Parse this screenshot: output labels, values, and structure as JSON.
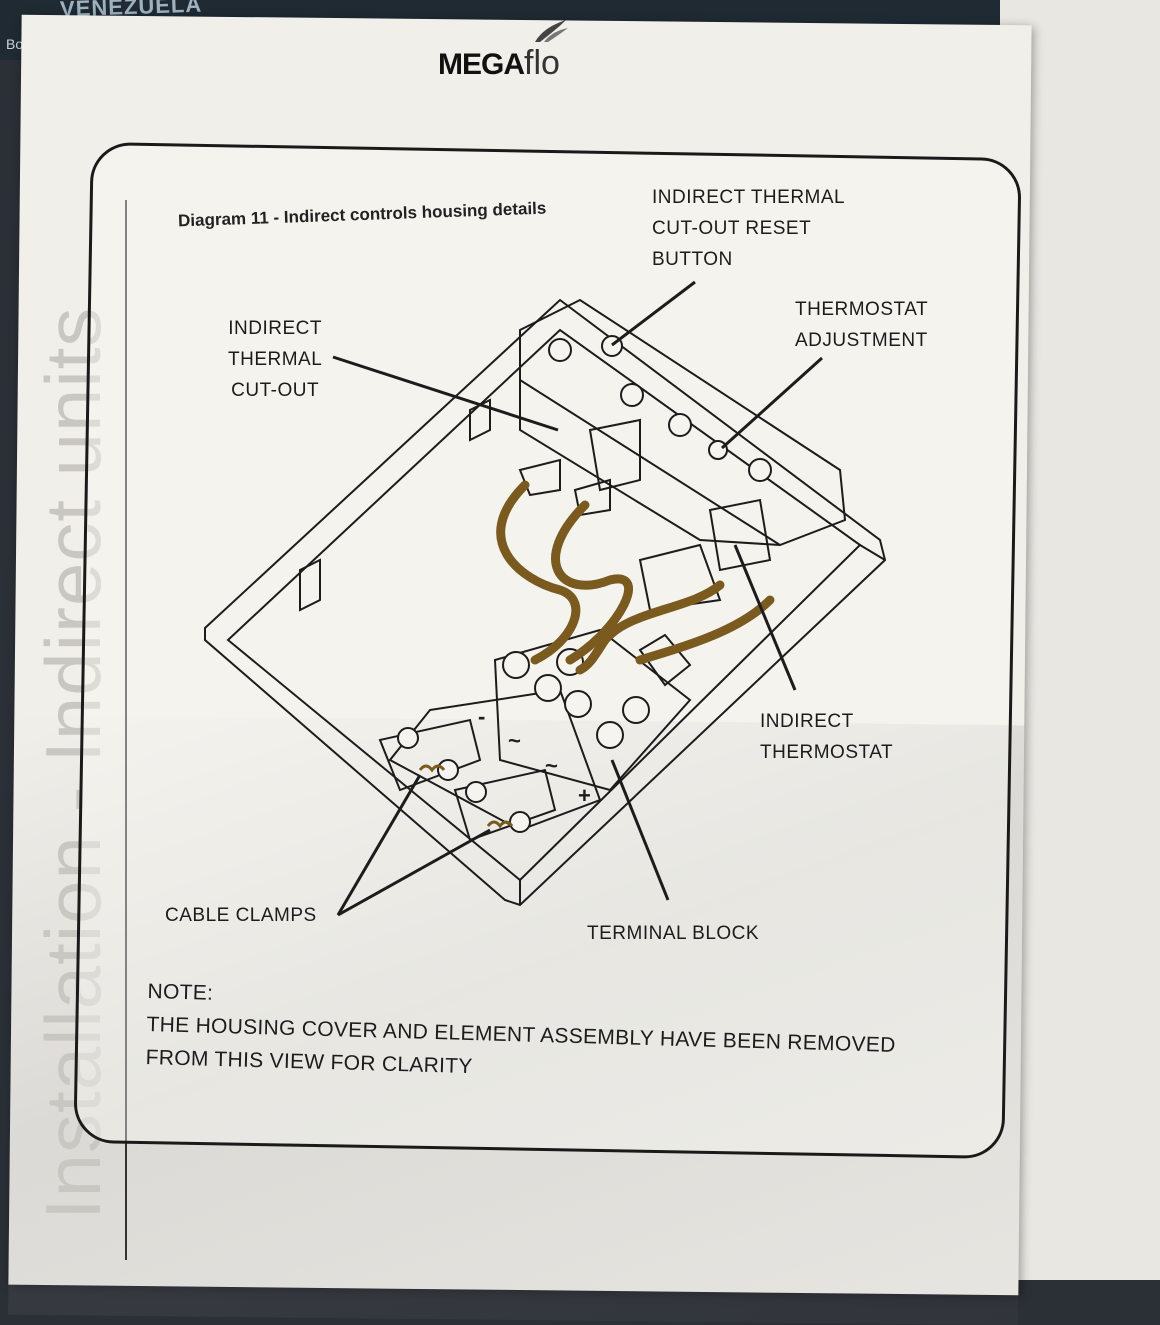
{
  "background": {
    "map_text": "VENEZUELA",
    "map_small_text": "Bo\nLC"
  },
  "header": {
    "logo_mega": "MEGA",
    "logo_flo": "flo"
  },
  "sidebar": {
    "section_title": "Installation - Indirect units"
  },
  "diagram": {
    "caption": "Diagram 11 - Indirect controls housing details",
    "labels": {
      "reset_button": [
        "INDIRECT THERMAL",
        "CUT-OUT RESET",
        "BUTTON"
      ],
      "thermostat_adjustment": [
        "THERMOSTAT",
        "ADJUSTMENT"
      ],
      "thermal_cutout": [
        "INDIRECT",
        "THERMAL",
        "CUT-OUT"
      ],
      "indirect_thermostat": [
        "INDIRECT",
        "THERMOSTAT"
      ],
      "cable_clamps": "CABLE CLAMPS",
      "terminal_block": "TERMINAL BLOCK"
    },
    "terminal_symbols": [
      "-",
      "~",
      "~",
      "+"
    ],
    "note_title": "NOTE:",
    "note_line1": "THE  HOUSING COVER AND ELEMENT ASSEMBLY HAVE BEEN REMOVED",
    "note_line2": "FROM THIS VIEW FOR CLARITY"
  },
  "colors": {
    "line": "#1c1c1c",
    "wire": "#7a5a1e",
    "paper": "#f1efea"
  }
}
